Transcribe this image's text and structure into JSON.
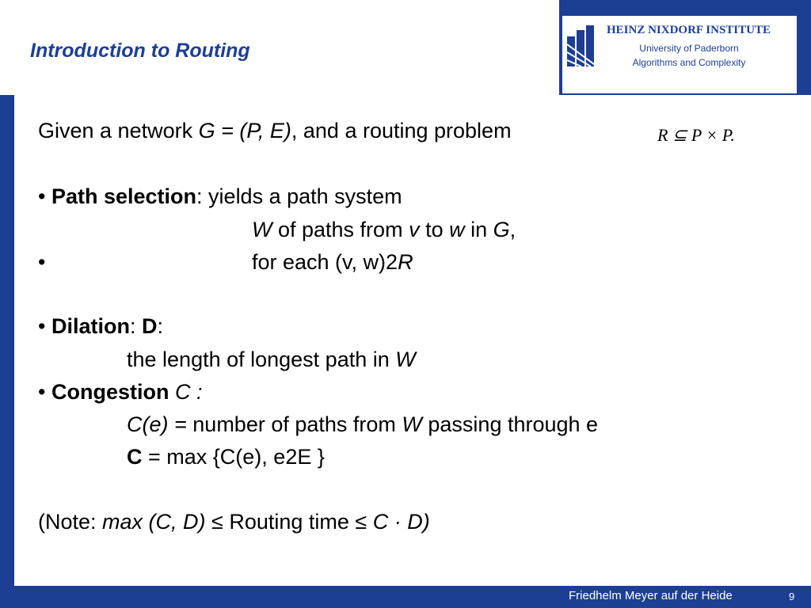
{
  "header": {
    "title": "Introduction to Routing",
    "institute": "HEINZ NIXDORF INSTITUTE",
    "university": "University of Paderborn",
    "group": "Algorithms and Complexity"
  },
  "body": {
    "intro": {
      "prefix": "Given a network ",
      "graph": "G = (P, E)",
      "suffix": ", and a routing problem",
      "formula": "R ⊆ P × P."
    },
    "path_selection": {
      "bullet": "•",
      "label": "Path selection",
      "colon": ":",
      "text": " yields a path system",
      "line2_W": "W",
      "line2_a": " of paths from ",
      "line2_v": "v",
      "line2_b": " to ",
      "line2_w": "w",
      "line2_c": " in ",
      "line2_G": "G",
      "line2_d": ",",
      "line3_bullet": "•",
      "line3_text": "for each (v, w)2",
      "line3_R": "R"
    },
    "dilation": {
      "bullet": "•",
      "label": "Dilation",
      "sep": ": ",
      "symbol": "D",
      "colon": ":",
      "desc": "the length of longest path in ",
      "desc_W": "W"
    },
    "congestion": {
      "bullet": "•",
      "label": "Congestion",
      "symbol": " C :",
      "ce": "C(e) =",
      "ce_text": " number of paths from ",
      "ce_W": "W",
      "ce_tail": " passing through e",
      "c_bold": "C",
      "c_def": " = max {C(e), e2E }"
    },
    "note": {
      "prefix": "(Note: ",
      "lhs": "max (C, D)",
      "middle": " ≤ Routing time ≤ ",
      "rhs": "C · D)"
    }
  },
  "footer": {
    "author": "Friedhelm Meyer auf der Heide",
    "page": "9"
  },
  "colors": {
    "brand_blue": "#1c3f94"
  }
}
